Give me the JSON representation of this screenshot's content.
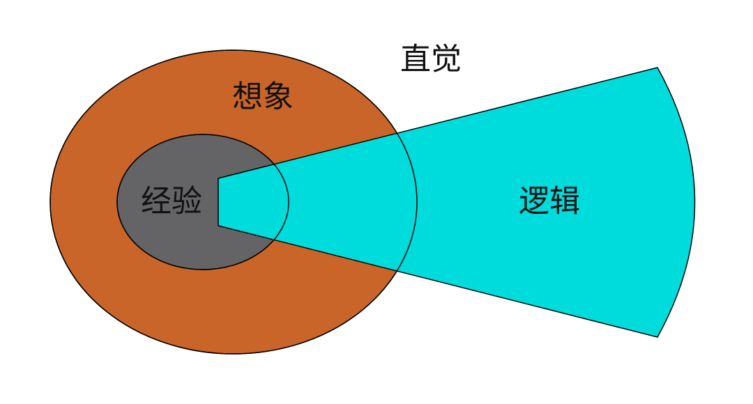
{
  "diagram": {
    "labels": {
      "intuition": "直觉",
      "imagination": "想象",
      "experience": "经验",
      "logic": "逻辑"
    },
    "colors": {
      "imagination_fill": "#C96528",
      "experience_fill": "#646466",
      "logic_fill": "#00DCDC",
      "stroke": "#000000",
      "background": "#FFFFFF"
    }
  }
}
